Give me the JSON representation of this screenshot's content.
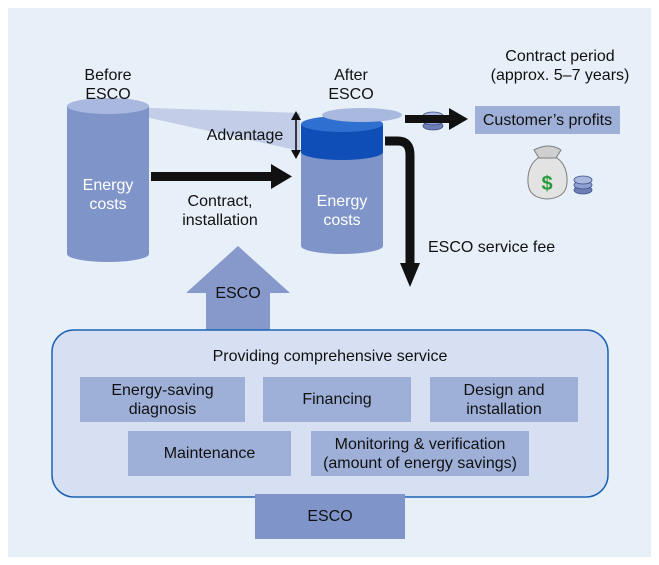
{
  "colors": {
    "background": "#e7eff8",
    "cylinder": "#7f94c8",
    "cylinder_top": "#a9b8de",
    "advantage_band": "#0e4eb6",
    "box_fill": "#9fb0d8",
    "panel_fill": "#d6e0f2",
    "panel_border": "#1b62b5",
    "arrow_dark": "#111111",
    "big_arrow": "#8798cb"
  },
  "before": {
    "title_line1": "Before",
    "title_line2": "ESCO",
    "cost_line1": "Energy",
    "cost_line2": "costs"
  },
  "after": {
    "title_line1": "After",
    "title_line2": "ESCO",
    "cost_line1": "Energy",
    "cost_line2": "costs"
  },
  "advantage_label": "Advantage",
  "contract_line1": "Contract,",
  "contract_line2": "installation",
  "contract_period_line1": "Contract period",
  "contract_period_line2": "(approx. 5–7 years)",
  "customer_profits": "Customer’s profits",
  "money_bag_symbol": "$",
  "esco_fee": "ESCO service fee",
  "esco_arrow_label": "ESCO",
  "panel": {
    "title": "Providing comprehensive service",
    "services": [
      {
        "label": "Energy-saving diagnosis"
      },
      {
        "label": "Financing"
      },
      {
        "label": "Design and installation"
      },
      {
        "label": "Maintenance"
      },
      {
        "label": "Monitoring & verification (amount of energy savings)"
      }
    ],
    "bottom_label": "ESCO"
  },
  "icons": [
    "coin-stack-icon",
    "money-bag-icon"
  ]
}
